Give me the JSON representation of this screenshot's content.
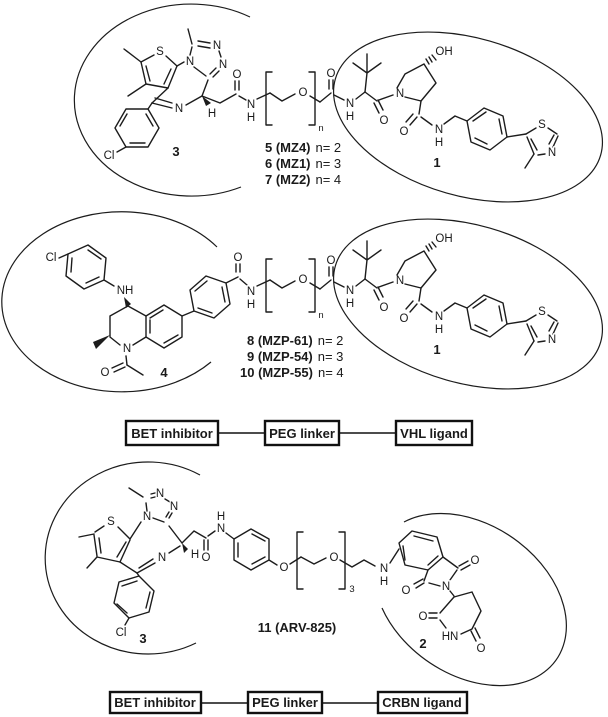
{
  "figure": {
    "atoms": {
      "S": "S",
      "N": "N",
      "O": "O",
      "H": "H",
      "NH": "NH",
      "HN": "HN",
      "OH": "OH",
      "Cl": "Cl",
      "n": "n",
      "sub3": "3"
    },
    "top": {
      "bet_num": "3",
      "vhl_num": "1",
      "variants": [
        {
          "name": "5 (MZ4)",
          "n": "n= 2"
        },
        {
          "name": "6 (MZ1)",
          "n": "n= 3"
        },
        {
          "name": "7 (MZ2)",
          "n": "n= 4"
        }
      ]
    },
    "middle": {
      "bet_num": "4",
      "variants": [
        {
          "name": "8 (MZP-61)",
          "n": "n= 2"
        },
        {
          "name": "9 (MZP-54)",
          "n": "n= 3"
        },
        {
          "name": "10 (MZP-55)",
          "n": "n= 4"
        }
      ],
      "schematic": [
        "BET inhibitor",
        "PEG linker",
        "VHL ligand"
      ]
    },
    "bottom": {
      "bet_num": "3",
      "crbn_num": "2",
      "compound": "11 (ARV-825)",
      "schematic": [
        "BET inhibitor",
        "PEG linker",
        "CRBN ligand"
      ]
    }
  }
}
